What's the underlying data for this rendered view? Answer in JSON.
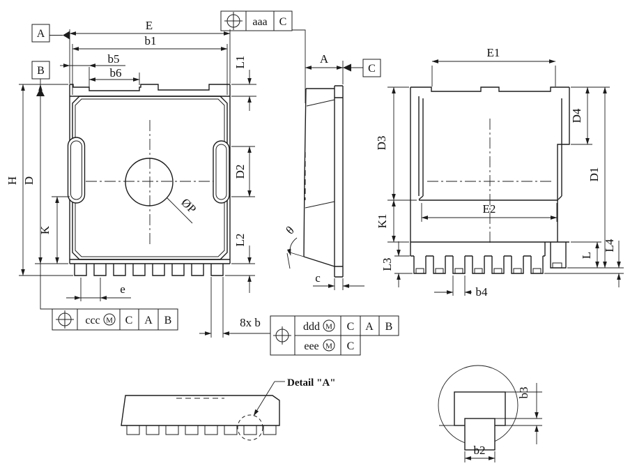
{
  "datum_flags": {
    "a": "A",
    "b": "B",
    "c": "C"
  },
  "dimensions": {
    "E": "E",
    "b1": "b1",
    "b5": "b5",
    "b6": "b6",
    "L1": "L1",
    "H": "H",
    "D": "D",
    "K": "K",
    "D2": "D2",
    "phiP": "ØP",
    "L2": "L2",
    "e": "e",
    "A": "A",
    "theta": "θ",
    "c": "c",
    "E1": "E1",
    "D3": "D3",
    "K1": "K1",
    "E2": "E2",
    "D4": "D4",
    "D1": "D1",
    "L": "L",
    "L3": "L3",
    "L4": "L4",
    "b4": "b4",
    "b2": "b2",
    "b3": "b3",
    "lead_count": "8x b"
  },
  "feature_control_frames": {
    "aaa": {
      "tolerance": "aaa",
      "datum1": "C"
    },
    "ccc": {
      "tolerance": "ccc",
      "modifier": "M",
      "datum1": "C",
      "datum2": "A",
      "datum3": "B"
    },
    "ddd": {
      "tolerance": "ddd",
      "modifier": "M",
      "datum1": "C",
      "datum2": "A",
      "datum3": "B"
    },
    "eee": {
      "tolerance": "eee",
      "modifier": "M",
      "datum1": "C"
    }
  },
  "notes": {
    "detail_a": "Detail \"A\""
  }
}
